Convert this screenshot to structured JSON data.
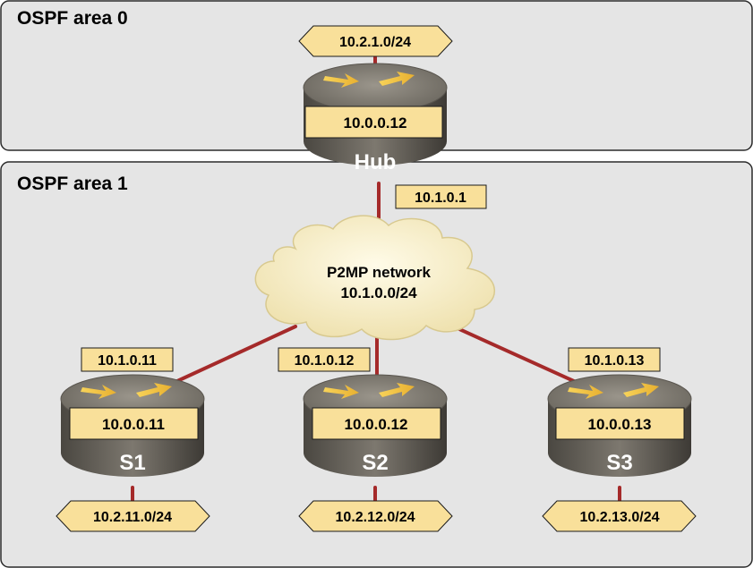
{
  "areas": {
    "area0": {
      "title": "OSPF area 0"
    },
    "area1": {
      "title": "OSPF area 1"
    }
  },
  "hub": {
    "name": "Hub",
    "router_id": "10.0.0.12",
    "lan": "10.2.1.0/24",
    "p2mp_ip": "10.1.0.1"
  },
  "cloud": {
    "line1": "P2MP network",
    "line2": "10.1.0.0/24"
  },
  "spokes": [
    {
      "name": "S1",
      "router_id": "10.0.0.11",
      "p2mp_ip": "10.1.0.11",
      "lan": "10.2.11.0/24"
    },
    {
      "name": "S2",
      "router_id": "10.0.0.12",
      "p2mp_ip": "10.1.0.12",
      "lan": "10.2.12.0/24"
    },
    {
      "name": "S3",
      "router_id": "10.0.0.13",
      "p2mp_ip": "10.1.0.13",
      "lan": "10.2.13.0/24"
    }
  ],
  "colors": {
    "area_fill": "#e5e5e5",
    "link": "#a52a2a",
    "label_fill": "#f9e09a",
    "router_body": "#6e6a63",
    "cloud_fill": "#f7f0cf"
  }
}
